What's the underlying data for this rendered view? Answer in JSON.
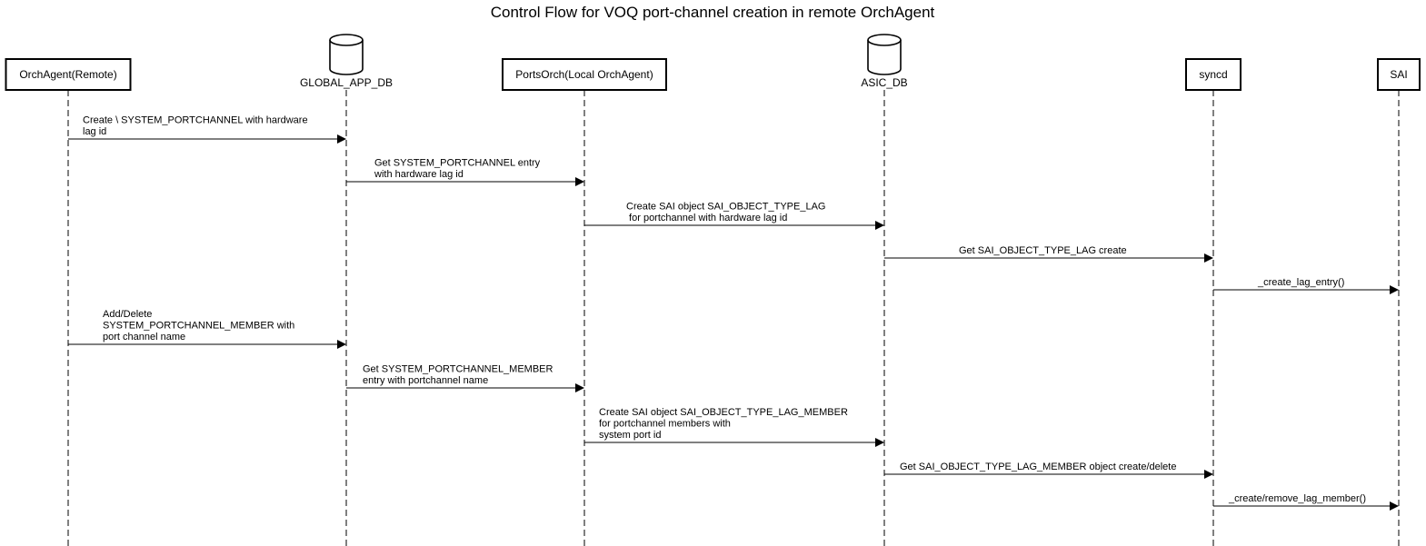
{
  "title": "Control Flow for VOQ port-channel creation in remote OrchAgent",
  "participants": [
    {
      "id": "orchagent_remote",
      "label": "OrchAgent(Remote)",
      "kind": "participant"
    },
    {
      "id": "global_app_db",
      "label": "GLOBAL_APP_DB",
      "kind": "database"
    },
    {
      "id": "portsorch",
      "label": "PortsOrch(Local OrchAgent)",
      "kind": "participant"
    },
    {
      "id": "asic_db",
      "label": "ASIC_DB",
      "kind": "database"
    },
    {
      "id": "syncd",
      "label": "syncd",
      "kind": "participant"
    },
    {
      "id": "sai",
      "label": "SAI",
      "kind": "participant"
    }
  ],
  "messages": [
    {
      "from": "orchagent_remote",
      "to": "global_app_db",
      "lines": [
        "Create \\ SYSTEM_PORTCHANNEL with hardware",
        "lag id"
      ]
    },
    {
      "from": "global_app_db",
      "to": "portsorch",
      "lines": [
        "Get SYSTEM_PORTCHANNEL entry",
        "with hardware lag id"
      ]
    },
    {
      "from": "portsorch",
      "to": "asic_db",
      "lines": [
        "Create SAI object SAI_OBJECT_TYPE_LAG",
        " for portchannel with hardware lag id"
      ]
    },
    {
      "from": "asic_db",
      "to": "syncd",
      "lines": [
        "Get SAI_OBJECT_TYPE_LAG create"
      ]
    },
    {
      "from": "syncd",
      "to": "sai",
      "lines": [
        "_create_lag_entry()"
      ]
    },
    {
      "from": "orchagent_remote",
      "to": "global_app_db",
      "lines": [
        "Add/Delete",
        "SYSTEM_PORTCHANNEL_MEMBER with",
        "port channel name"
      ]
    },
    {
      "from": "global_app_db",
      "to": "portsorch",
      "lines": [
        "Get SYSTEM_PORTCHANNEL_MEMBER",
        "entry with portchannel name"
      ]
    },
    {
      "from": "portsorch",
      "to": "asic_db",
      "lines": [
        "Create SAI object SAI_OBJECT_TYPE_LAG_MEMBER",
        "for portchannel members with",
        "system port id"
      ]
    },
    {
      "from": "asic_db",
      "to": "syncd",
      "lines": [
        "Get SAI_OBJECT_TYPE_LAG_MEMBER object create/delete"
      ]
    },
    {
      "from": "syncd",
      "to": "sai",
      "lines": [
        "_create/remove_lag_member()"
      ]
    }
  ]
}
